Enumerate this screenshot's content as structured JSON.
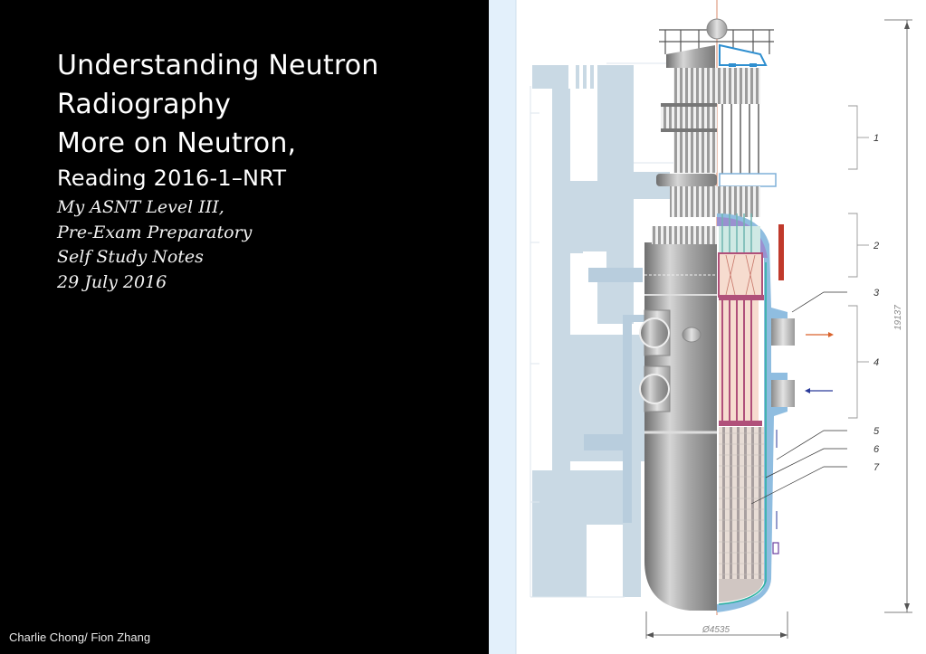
{
  "slide": {
    "title_lines": [
      "Understanding Neutron",
      "Radiography",
      "More on Neutron,",
      "Reading 2016-1–NRT"
    ],
    "subtitle_lines": [
      "My ASNT Level III,",
      "Pre-Exam Preparatory",
      "Self Study Notes",
      "29 July 2016"
    ],
    "footer_credit": "Charlie Chong/ Fion Zhang"
  },
  "diagram": {
    "subject": "Reactor pressure vessel cutaway",
    "callout_labels": [
      "1",
      "2",
      "3",
      "4",
      "5",
      "6",
      "7"
    ],
    "height_dimension": "19137",
    "diameter_dimension": "Ø4535",
    "colors": {
      "background": "#ffffff",
      "building_structure": "#c9d9e4",
      "left_strip": "#e3f0fb",
      "vessel_steel": "#9a9a9a",
      "coolant_blue": "#7fb0d8",
      "core_pink": "#f6dccf",
      "core_rods": "#b0507a",
      "hot_arrow": "#d9622b",
      "cold_arrow": "#2a3a9a",
      "heater_red": "#c0392b"
    }
  }
}
